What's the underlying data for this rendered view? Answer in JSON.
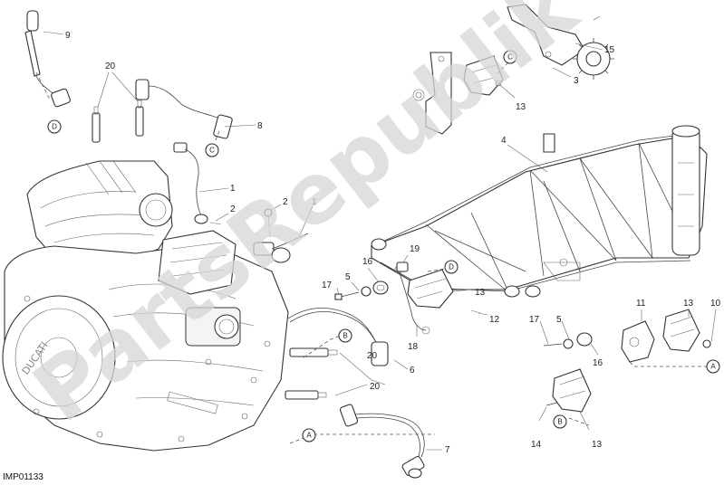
{
  "diagram": {
    "code": "IMP01133",
    "watermark": "PartsRepublik",
    "callouts": [
      "1",
      "2",
      "3",
      "4",
      "5",
      "6",
      "7",
      "8",
      "9",
      "10",
      "11",
      "12",
      "13",
      "14",
      "15",
      "16",
      "17",
      "18",
      "19",
      "20"
    ],
    "connectors": [
      "A",
      "B",
      "C",
      "D"
    ]
  }
}
